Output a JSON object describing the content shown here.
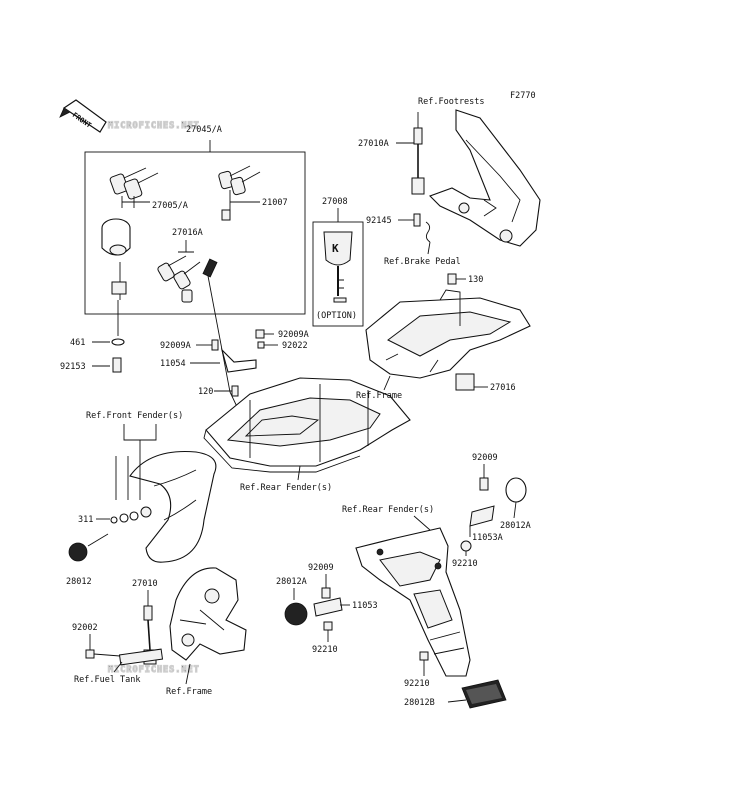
{
  "diagram_code": "F2770",
  "watermark": "MICROFICHES.NET",
  "front_marker": "FRONT",
  "labels": {
    "k27045": "27045/A",
    "k27005": "27005/A",
    "k21007": "21007",
    "k27016A": "27016A",
    "k461": "461",
    "k92153": "92153",
    "k27008": "27008",
    "k_option": "(OPTION)",
    "k92009A_r": "92009A",
    "k92009A_l": "92009A",
    "k92022": "92022",
    "k11054": "11054",
    "k120": "120",
    "ref_footrests": "Ref.Footrests",
    "k27010A": "27010A",
    "k92145": "92145",
    "ref_brake": "Ref.Brake Pedal",
    "k130": "130",
    "ref_frame_top": "Ref.Frame",
    "k27016": "27016",
    "ref_front_fender": "Ref.Front Fender(s)",
    "ref_rear_fender_top": "Ref.Rear Fender(s)",
    "k311": "311",
    "k28012": "28012",
    "k92009_r": "92009",
    "ref_rear_fender_bot": "Ref.Rear Fender(s)",
    "k28012A_r": "28012A",
    "k11053A": "11053A",
    "k92210_r": "92210",
    "k92009_m": "92009",
    "k28012A_l": "28012A",
    "k11053": "11053",
    "k92210_m": "92210",
    "k27010": "27010",
    "k92002": "92002",
    "ref_fuel_tank": "Ref.Fuel Tank",
    "ref_frame_bot": "Ref.Frame",
    "k92210_b": "92210",
    "k28012B": "28012B"
  }
}
